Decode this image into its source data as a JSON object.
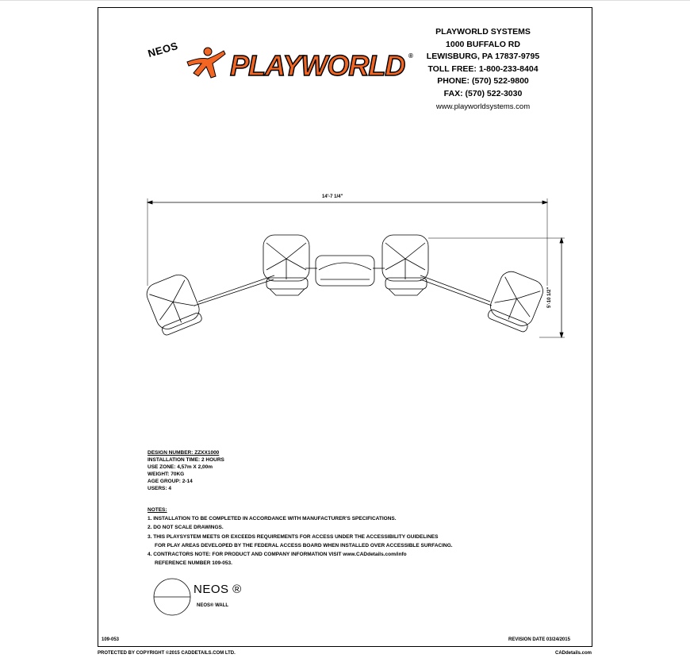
{
  "logo": {
    "product": "NEOS",
    "brand": "PLAYWORLD",
    "reg_mark": "®",
    "brand_color": "#f26522"
  },
  "company": {
    "name": "PLAYWORLD SYSTEMS",
    "street": "1000 BUFFALO RD",
    "city": "LEWISBURG, PA 17837-9795",
    "toll_free": "TOLL FREE: 1-800-233-8404",
    "phone": "PHONE: (570) 522-9800",
    "fax": "FAX: (570) 522-3030",
    "website": "www.playworldsystems.com"
  },
  "dimensions": {
    "width": "14'-7 1/4\"",
    "depth": "5'-10 1/2\""
  },
  "design_info": {
    "design_number": "DESIGN NUMBER: ZZXX1000",
    "installation_time": "INSTALLATION TIME: 2 HOURS",
    "use_zone": "USE ZONE: 4,57m X 2,00m",
    "weight": "WEIGHT: 70KG",
    "age_group": "AGE GROUP: 2-14",
    "users": "USERS: 4"
  },
  "notes": {
    "heading": "NOTES:",
    "items": [
      "1.  INSTALLATION TO BE COMPLETED IN ACCORDANCE WITH MANUFACTURER'S SPECIFICATIONS.",
      "2.  DO NOT SCALE DRAWINGS.",
      "3.  THIS PLAYSYSTEM MEETS OR EXCEEDS REQUIREMENTS FOR ACCESS UNDER THE ACCESSIBILITY GUIDELINES",
      "FOR PLAY AREAS DEVELOPED BY THE FEDERAL ACCESS BOARD WHEN INSTALLED OVER ACCESSIBLE SURFACING.",
      "4.  CONTRACTORS NOTE: FOR PRODUCT AND COMPANY INFORMATION VISIT www.CADdetails.com/info",
      "REFERENCE NUMBER 109-053."
    ]
  },
  "symbol": {
    "title": "NEOS ®",
    "subtitle": "NEOS®  WALL"
  },
  "footer": {
    "code": "109-053",
    "revision": "REVISION DATE 03/24/2015",
    "copyright": "PROTECTED BY COPYRIGHT ©2015 CADDETAILS.COM LTD.",
    "site": "CADdetails.com"
  }
}
